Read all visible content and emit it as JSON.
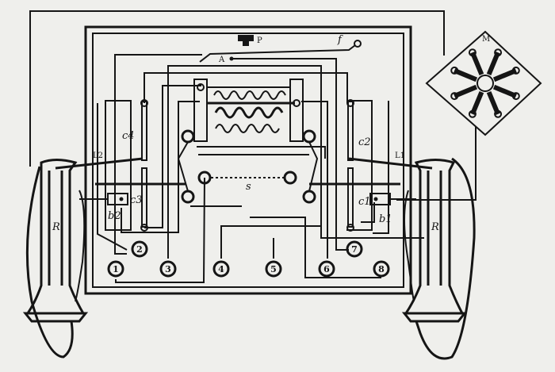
{
  "labels": {
    "push_button": "P",
    "contact_a": "A",
    "spring_f": "f",
    "magneto": "M",
    "contact_c4": "c4",
    "contact_c2": "c2",
    "contact_c3": "c3",
    "contact_c1": "c1",
    "spring_b2": "b2",
    "spring_b1": "b1",
    "lever_l2": "L2",
    "lever_l1": "L1",
    "switch_s": "s",
    "receiver_left": "R",
    "receiver_right": "R"
  },
  "terminals": [
    "1",
    "2",
    "3",
    "4",
    "5",
    "6",
    "7",
    "8"
  ]
}
